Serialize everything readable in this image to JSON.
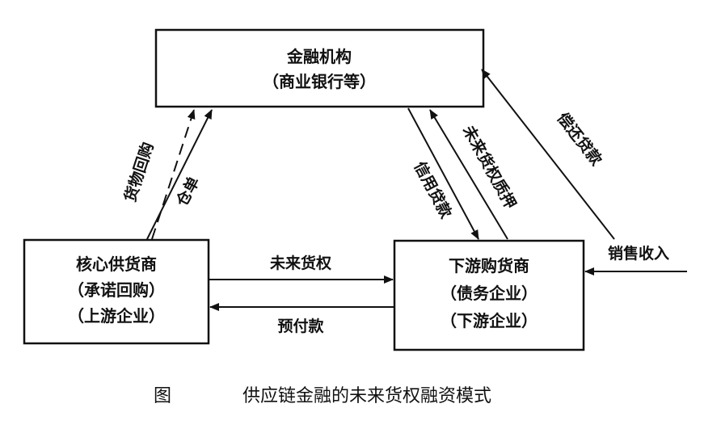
{
  "nodes": {
    "financial_institution": {
      "line1": "金融机构",
      "line2": "（商业银行等）"
    },
    "core_supplier": {
      "line1": "核心供货商",
      "line2": "（承诺回购）",
      "line3": "（上游企业）"
    },
    "downstream_buyer": {
      "line1": "下游购货商",
      "line2": "（债务企业）",
      "line3": "（下游企业）"
    }
  },
  "edges": {
    "goods_buyback": "货物回购",
    "warehouse_receipt": "仓单",
    "credit_loan": "信用贷款",
    "future_rights_pledge": "未来货权质押",
    "repay_loan": "偿还贷款",
    "future_goods_rights": "未来货权",
    "prepayment": "预付款",
    "sales_income": "销售收入"
  },
  "caption": {
    "label": "图",
    "title": "供应链金融的未来货权融资模式"
  }
}
